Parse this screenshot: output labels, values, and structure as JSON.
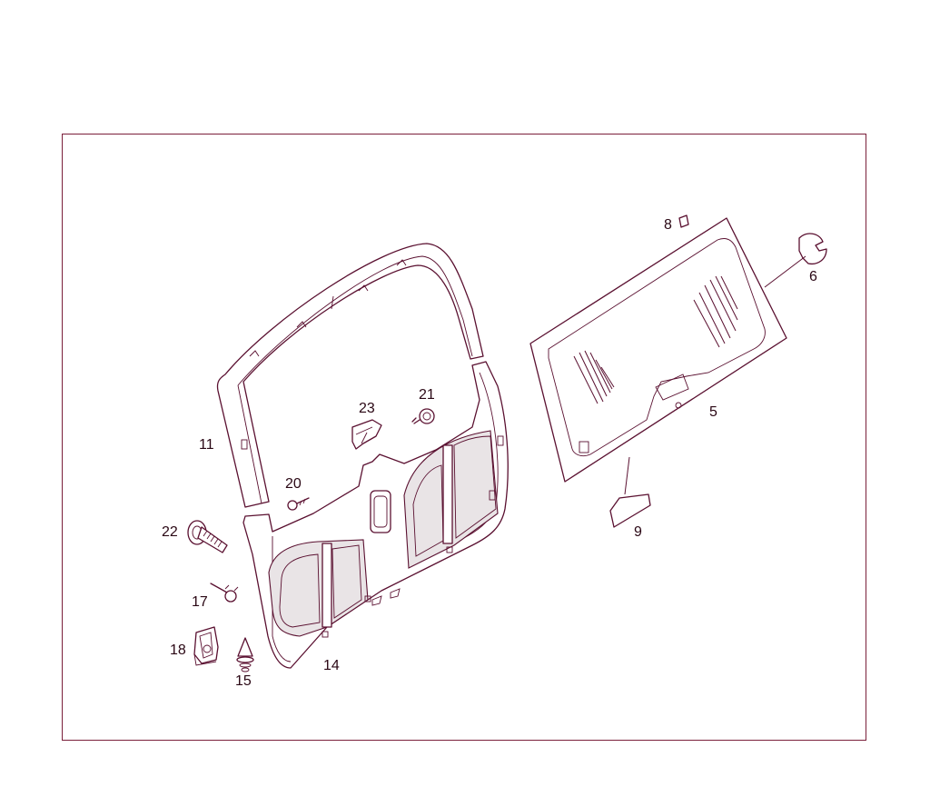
{
  "diagram": {
    "frame_color": "#7a1f3a",
    "line_color": "#5a1030",
    "callouts": {
      "c5": "5",
      "c6": "6",
      "c8": "8",
      "c9": "9",
      "c11": "11",
      "c14": "14",
      "c15": "15",
      "c17": "17",
      "c18": "18",
      "c20": "20",
      "c21": "21",
      "c22": "22",
      "c23": "23"
    }
  }
}
